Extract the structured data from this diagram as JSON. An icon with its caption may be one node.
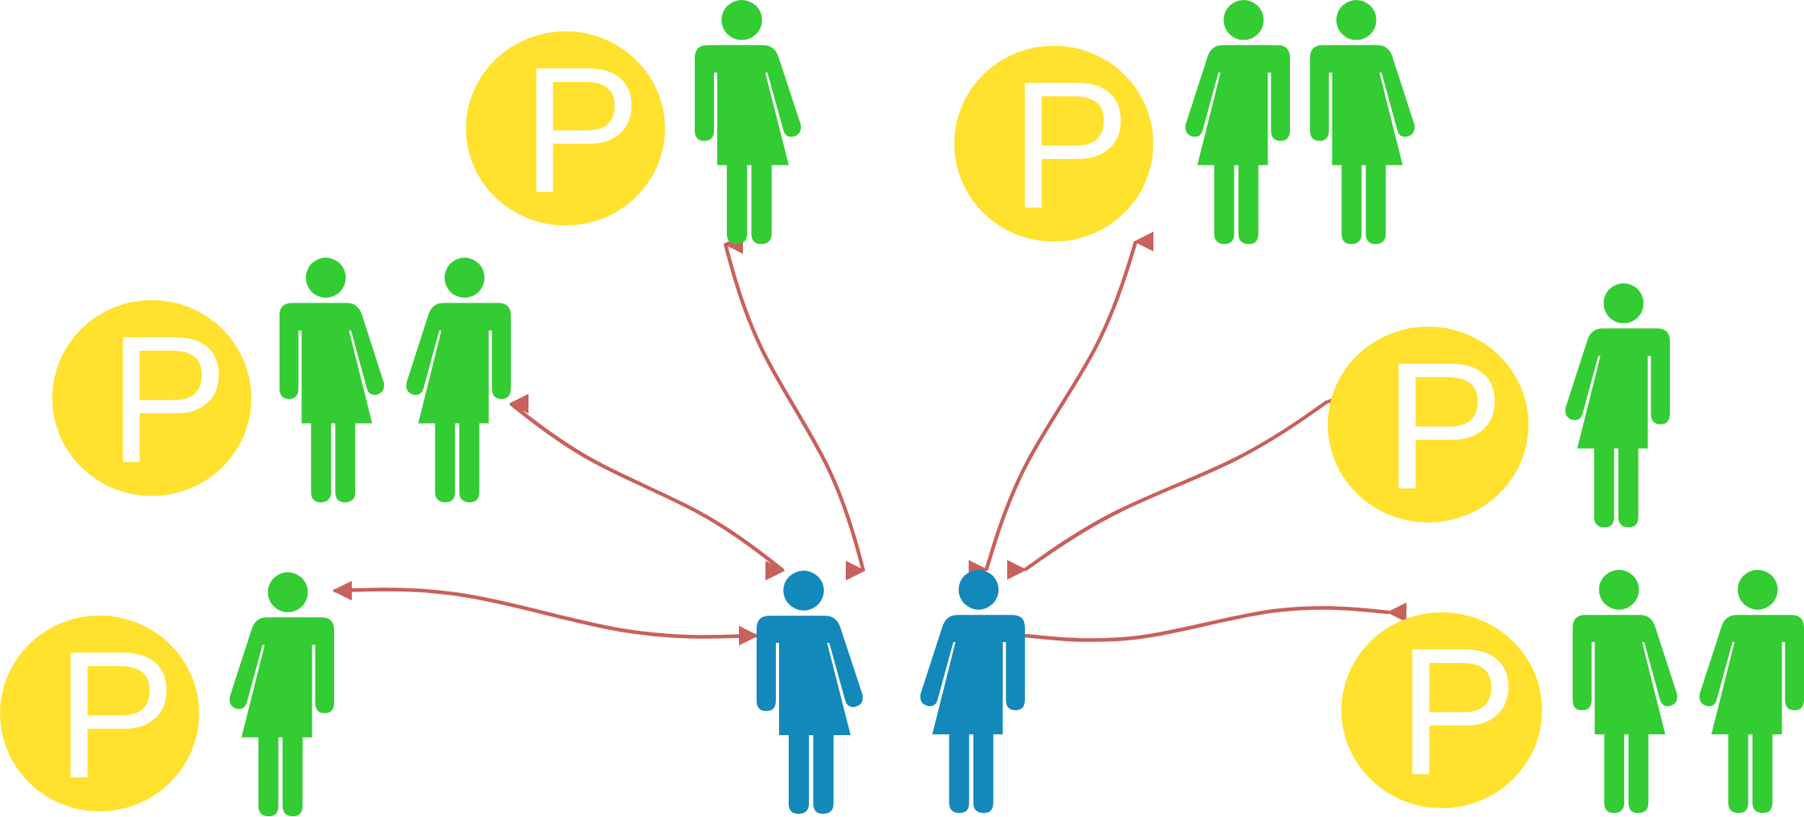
{
  "diagram": {
    "nodes": [
      {
        "text": [
          "P"
        ]
      },
      {
        "text": [],
        "shape": "person"
      },
      {
        "text": [
          "P"
        ]
      },
      {
        "text": [],
        "shape": "person"
      },
      {
        "text": [],
        "shape": "person"
      },
      {
        "text": [
          "P"
        ]
      },
      {
        "text": [],
        "shape": "person"
      },
      {
        "text": [],
        "shape": "person"
      },
      {
        "text": [
          "P"
        ]
      },
      {
        "text": [],
        "shape": "person"
      },
      {
        "text": [
          "P"
        ]
      },
      {
        "text": [],
        "shape": "person"
      },
      {
        "text": [],
        "shape": "person"
      },
      {
        "text": [],
        "shape": "person"
      },
      {
        "text": [
          "P"
        ]
      },
      {
        "text": [],
        "shape": "person"
      },
      {
        "text": [],
        "shape": "person"
      }
    ],
    "edges": [
      {
        "from": 1,
        "to": 12,
        "arrow": "both"
      },
      {
        "from": 2,
        "to": 13,
        "arrow": "both"
      },
      {
        "from": 7,
        "to": 12,
        "arrow": "both"
      },
      {
        "from": 8,
        "to": 13,
        "arrow": "both"
      },
      {
        "from": 11,
        "to": 12,
        "arrow": "both"
      },
      {
        "from": 14,
        "to": 13,
        "arrow": "both"
      }
    ]
  }
}
